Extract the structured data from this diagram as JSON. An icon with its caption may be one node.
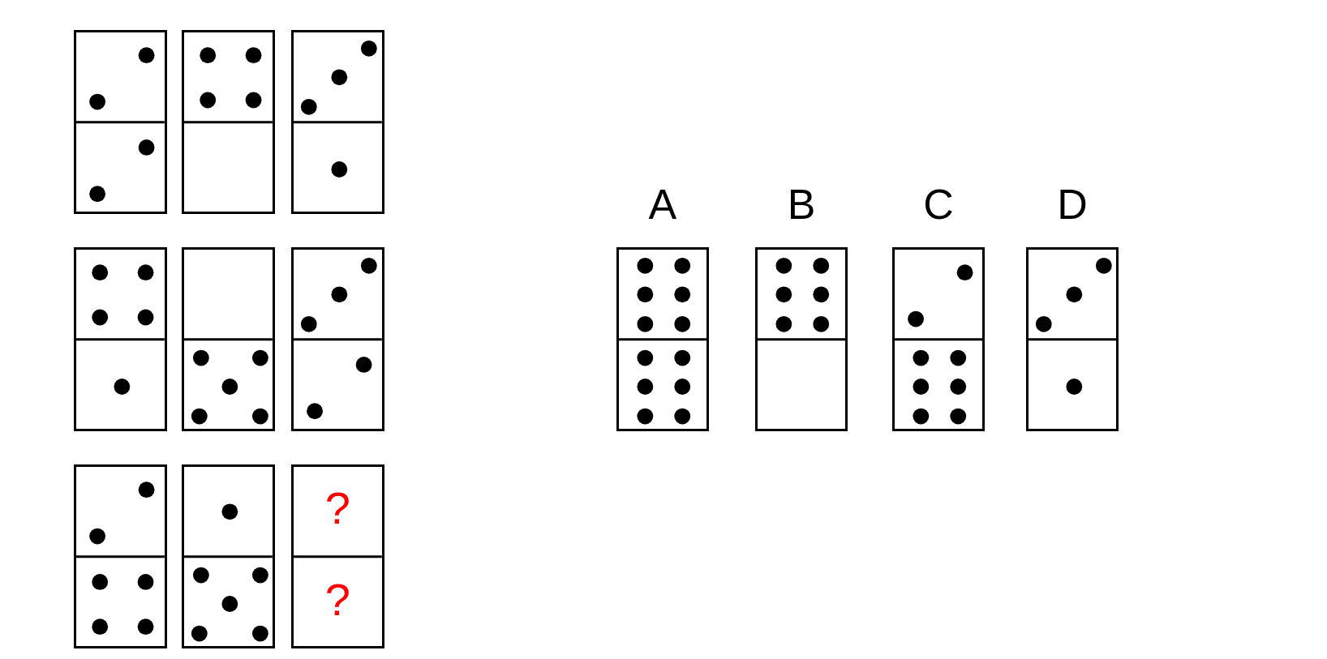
{
  "diagram": {
    "nodes": [
      {
        "text": [],
        "shape": "box"
      },
      {
        "text": [],
        "shape": "box"
      },
      {
        "text": [],
        "shape": "box"
      },
      {
        "text": [],
        "shape": "box"
      },
      {
        "text": [],
        "shape": "box"
      },
      {
        "text": [],
        "shape": "box"
      },
      {
        "text": [],
        "shape": "box"
      },
      {
        "text": [],
        "shape": "box"
      },
      {
        "text": [
          "?",
          "?"
        ]
      },
      {
        "text": [
          "A"
        ]
      },
      {
        "text": [
          "B"
        ]
      },
      {
        "text": [
          "C"
        ]
      },
      {
        "text": [
          "D"
        ]
      }
    ]
  }
}
